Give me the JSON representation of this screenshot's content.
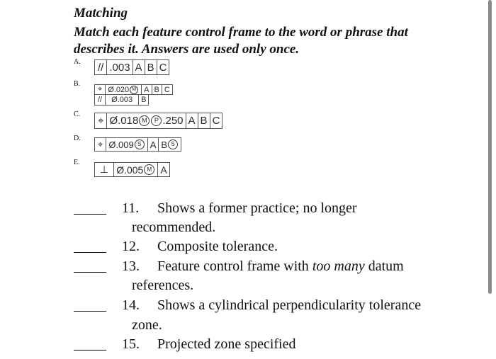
{
  "title": "Matching",
  "instructions": "Match each feature control frame to the word or phrase that describes it. Answers are used only once.",
  "options": {
    "A": {
      "label": "A.",
      "sym": "//",
      "tol": ".003",
      "d1": "A",
      "d2": "B",
      "d3": "C"
    },
    "B": {
      "label": "B.",
      "r1": {
        "sym": "⌖",
        "tol": "Ø.020",
        "mod": "M",
        "d1": "A",
        "d2": "B",
        "d3": "C"
      },
      "r2": {
        "sym": "//",
        "tol": "Ø.003",
        "d1": "B"
      }
    },
    "C": {
      "label": "C.",
      "sym": "⌖",
      "tol": "Ø.018",
      "mod": "M",
      "proj": "P",
      "projval": ".250",
      "d1": "A",
      "d2": "B",
      "d3": "C"
    },
    "D": {
      "label": "D.",
      "sym": "⌖",
      "tol": "Ø.009",
      "mod": "S",
      "d1": "A",
      "d2": "B",
      "d2mod": "S"
    },
    "E": {
      "label": "E.",
      "sym": "⊥",
      "tol": "Ø.005",
      "mod": "M",
      "d1": "A"
    }
  },
  "questions": [
    {
      "num": "11.",
      "text": "Shows a former practice; no longer",
      "cont": "recommended."
    },
    {
      "num": "12.",
      "text": "Composite tolerance."
    },
    {
      "num": "13.",
      "text_before": "Feature control frame with ",
      "text_em": "too many",
      "text_after": " datum",
      "cont": "references."
    },
    {
      "num": "14.",
      "text": "Shows a cylindrical perpendicularity tolerance",
      "cont": "zone."
    },
    {
      "num": "15.",
      "text": "Projected zone specified"
    }
  ]
}
